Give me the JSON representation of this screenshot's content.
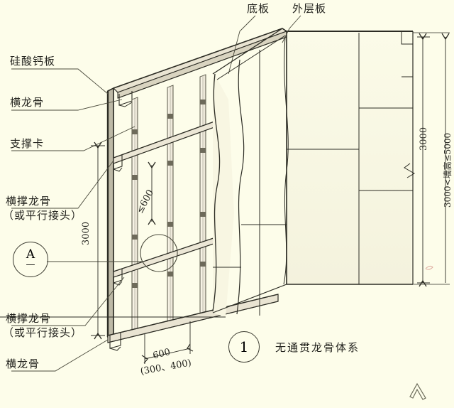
{
  "drawing": {
    "title_caption": "无通贯龙骨体系",
    "figure_number": "1",
    "detail_marker": {
      "letter": "A",
      "sub": "—"
    }
  },
  "labels": {
    "left": [
      {
        "id": "calcium-silicate-board",
        "text": "硅酸钙板"
      },
      {
        "id": "horizontal-runner-top",
        "text": "横龙骨"
      },
      {
        "id": "support-clip",
        "text": "支撑卡"
      },
      {
        "id": "cross-brace-stud-1",
        "text": "横撑龙骨",
        "text2": "（或平行接头）"
      },
      {
        "id": "cross-brace-stud-2",
        "text": "横撑龙骨",
        "text2": "（或平行接头）"
      },
      {
        "id": "horizontal-runner-bottom",
        "text": "横龙骨"
      }
    ],
    "top": [
      {
        "id": "base-board",
        "text": "底板"
      },
      {
        "id": "outer-layer-board",
        "text": "外层板"
      }
    ]
  },
  "dimensions": {
    "left_vertical": "3000",
    "stud_spacing": "≤600",
    "bottom_main": "600",
    "bottom_alt": "(300、400)",
    "right_vertical": "3000",
    "right_wall_height": "3000<墙高≤5000"
  },
  "colors": {
    "paper": "#fdfdea",
    "ink": "#2c2c24",
    "ink_light": "#5a5a4c",
    "metal_fill": "#ece7d6"
  }
}
